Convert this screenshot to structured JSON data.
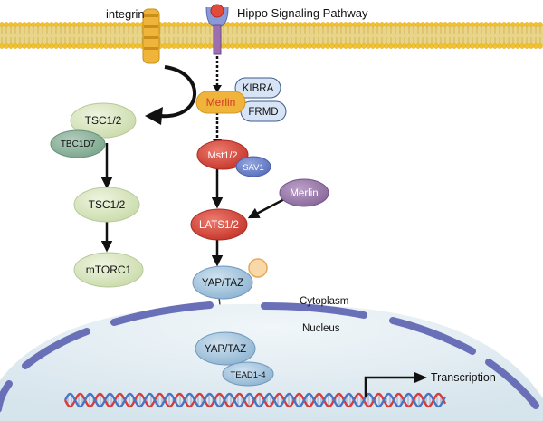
{
  "membrane_labels": {
    "integrin": "integrin",
    "hippo": "Hippo Signaling Pathway"
  },
  "nodes": {
    "tsc_top": "TSC1/2",
    "tbc1d7": "TBC1D7",
    "tsc_mid": "TSC1/2",
    "mtorc1": "mTORC1",
    "merlin": "Merlin",
    "kibra": "KIBRA",
    "frmd": "FRMD",
    "mst": "Mst1/2",
    "sav1": "SAV1",
    "merlin2": "Merlin",
    "lats": "LATS1/2",
    "yap_cyto": "YAP/TAZ",
    "yap_nuc": "YAP/TAZ",
    "tead": "TEAD1-4"
  },
  "compartments": {
    "cytoplasm": "Cytoplasm",
    "nucleus": "Nucleus"
  },
  "transcription_label": "Transcription",
  "colors": {
    "membrane_head": "#f2c12e",
    "membrane_tail": "#e8d58a",
    "green_node": "#dde9c4",
    "teal_node": "#8fb5a0",
    "red_node": "#d9463a",
    "blue_node": "#6b82c8",
    "purple_node": "#9a7aa8",
    "yap_node": "#a9c8e0",
    "merlin_gold": "#f0b43a",
    "merlin_text": "#d63a2a",
    "light_blue_node": "#d6e4f5",
    "nucleus_fill": "#e4eef3",
    "nucleus_envelope": "#6a70b8",
    "dna_red": "#d63c3c",
    "dna_blue": "#4a74c2"
  }
}
